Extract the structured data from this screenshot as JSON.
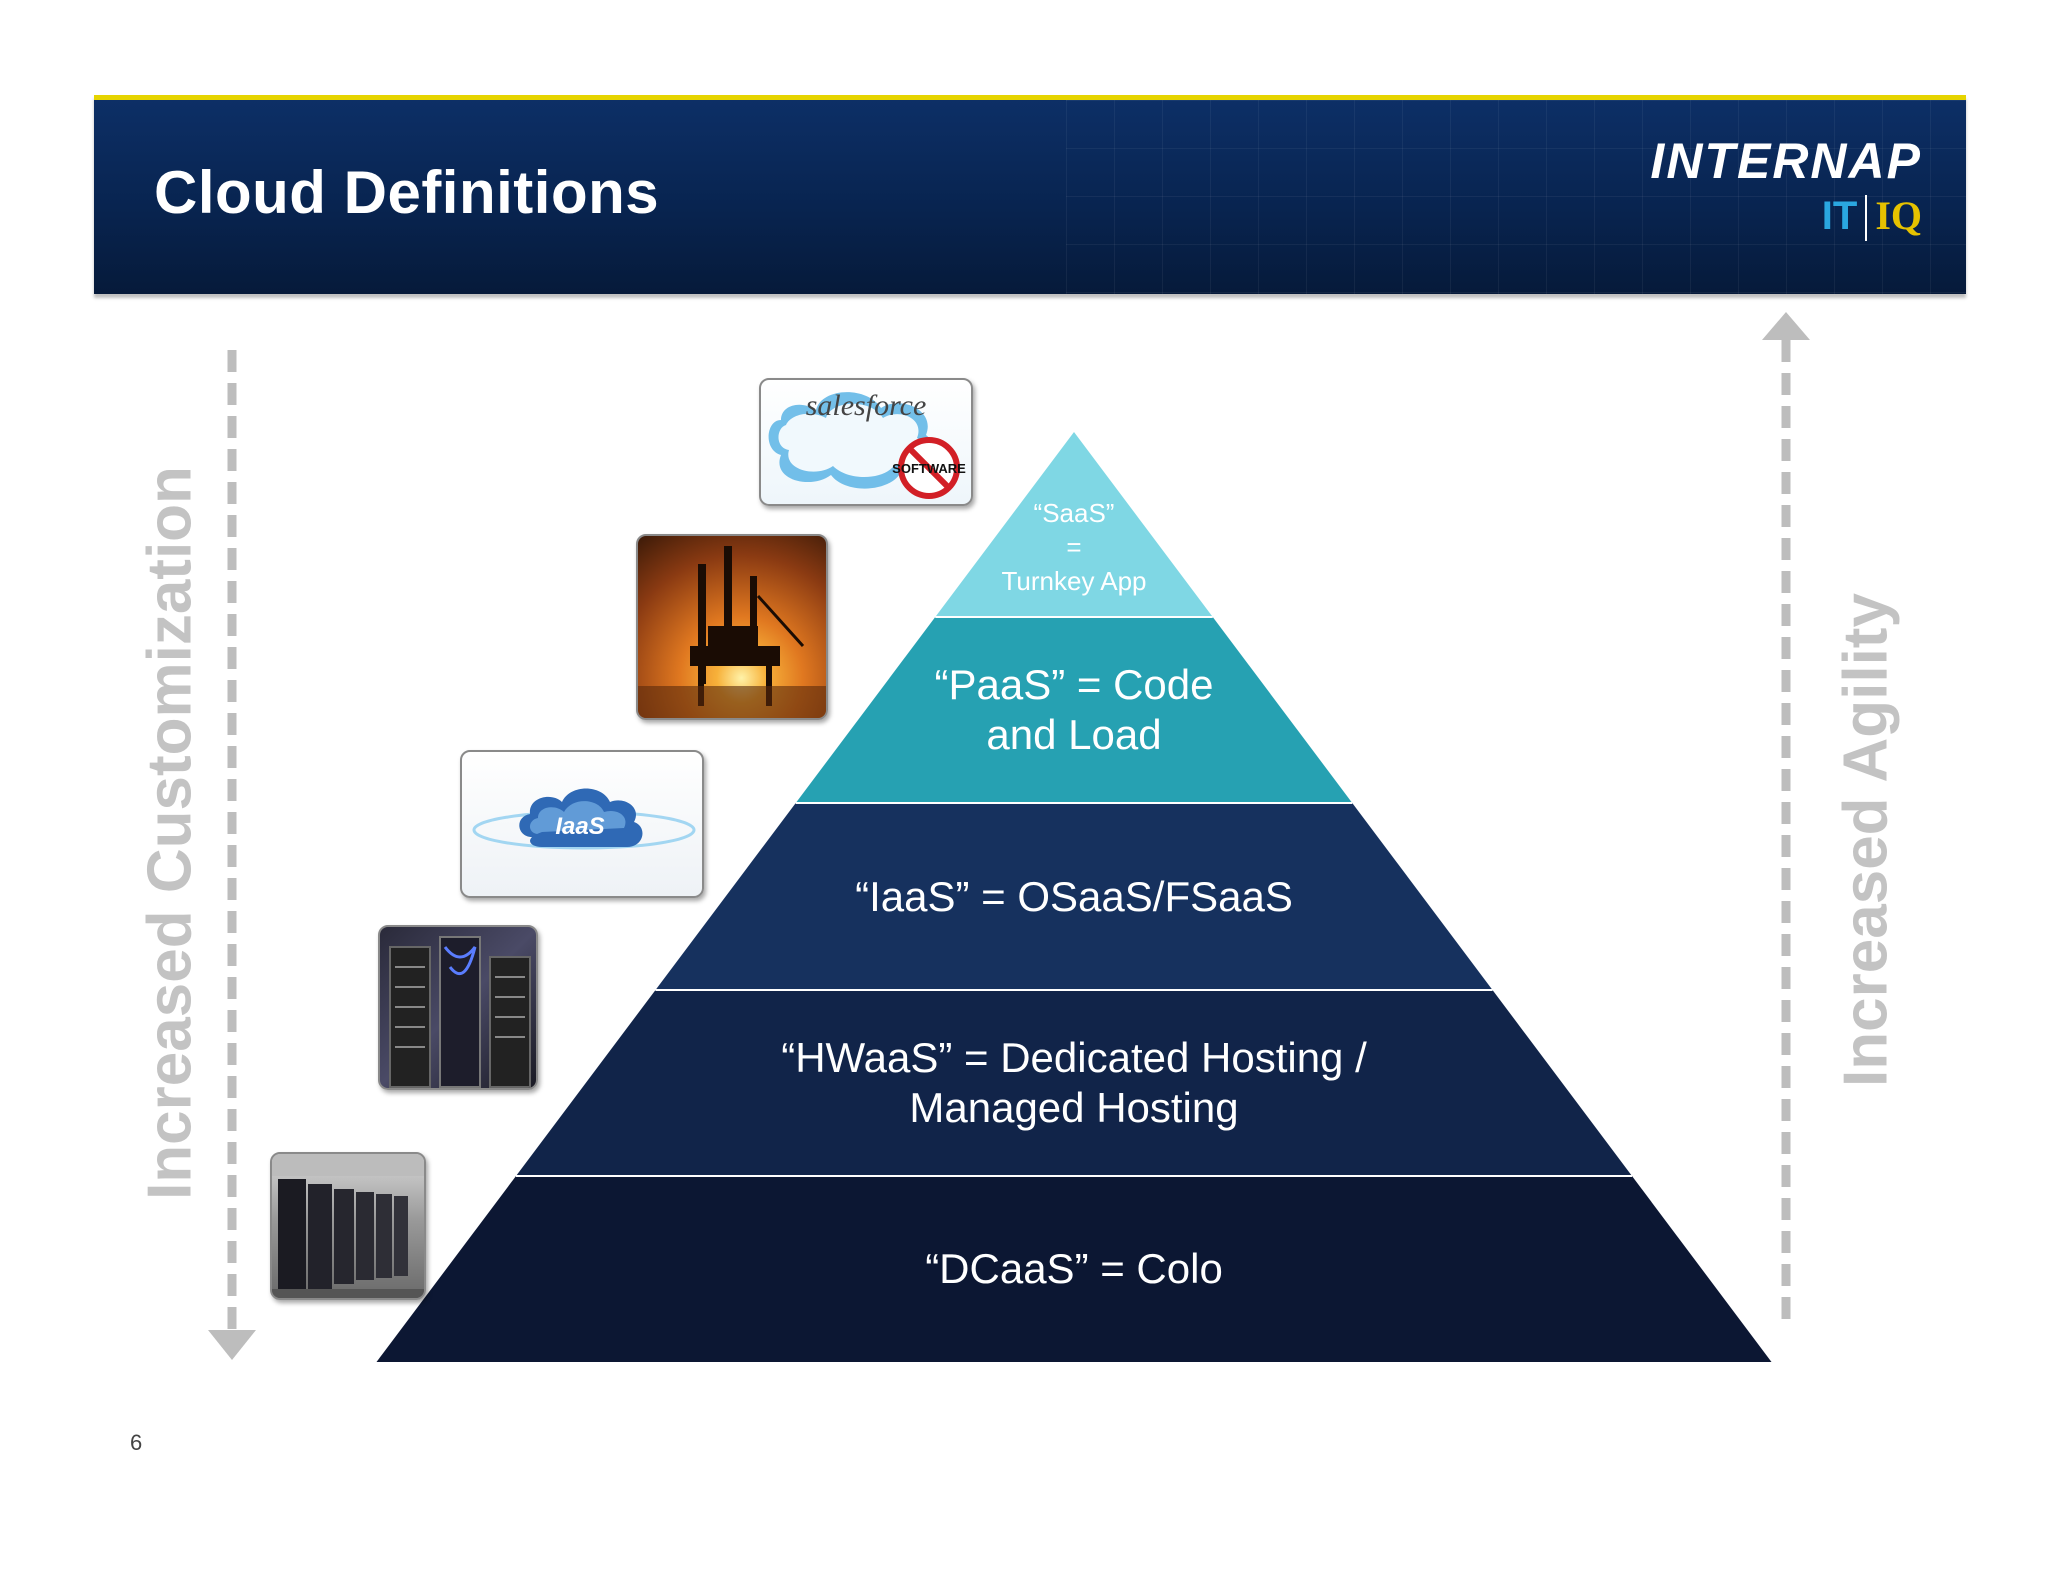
{
  "header": {
    "title": "Cloud Definitions",
    "brand_name": "INTERNAP",
    "brand_sub_it": "IT",
    "brand_sub_iq": "IQ"
  },
  "axes": {
    "left_label": "Increased Customization",
    "right_label": "Increased Agility"
  },
  "thumbnails": {
    "saas_logo_text": "salesforce",
    "iaas_logo_text": "IaaS",
    "saas_stamp_text": "SOFTWARE"
  },
  "pyramid": {
    "layers": [
      {
        "lines": [
          "“SaaS”",
          "=",
          "Turnkey App"
        ],
        "color": "#7fd7e4"
      },
      {
        "lines": [
          "“PaaS” = Code",
          "and Load"
        ],
        "color": "#26a1b2"
      },
      {
        "lines": [
          "“IaaS” = OSaaS/FSaaS"
        ],
        "color": "#16315e"
      },
      {
        "lines": [
          "“HWaaS” = Dedicated Hosting /",
          "Managed Hosting"
        ],
        "color": "#112449"
      },
      {
        "lines": [
          "“DCaaS” = Colo"
        ],
        "color": "#0c1733"
      }
    ]
  },
  "footer": {
    "page_number": "6"
  }
}
